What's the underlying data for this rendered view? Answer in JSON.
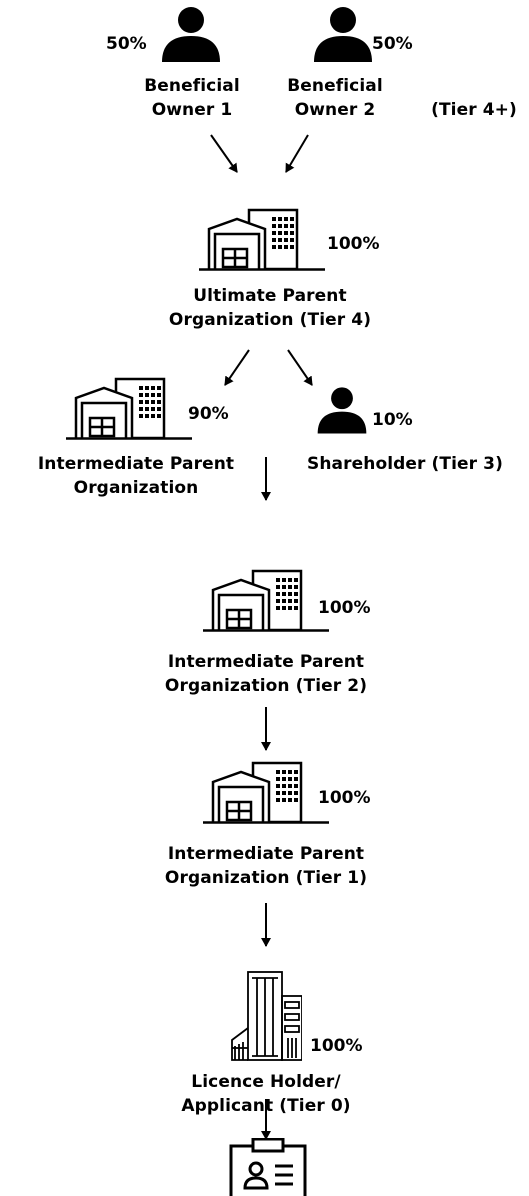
{
  "diagram": {
    "owner1": {
      "pct": "50%",
      "label_line1": "Beneficial",
      "label_line2": "Owner 1",
      "icon": "person-icon"
    },
    "owner2": {
      "pct": "50%",
      "label_line1": "Beneficial",
      "label_line2": "Owner 2",
      "icon": "person-icon"
    },
    "tier4_plus": "(Tier 4+)",
    "ultimate_parent": {
      "pct": "100%",
      "label_line1": "Ultimate Parent",
      "label_line2": "Organization (Tier 4)",
      "icon": "organization-building-icon"
    },
    "intermediate_parent_90": {
      "pct": "90%",
      "label_line1": "Intermediate Parent",
      "label_line2": "Organization",
      "icon": "organization-building-icon"
    },
    "shareholder": {
      "pct": "10%",
      "label": "Shareholder (Tier 3)",
      "icon": "person-icon"
    },
    "intermediate_tier2": {
      "pct": "100%",
      "label_line1": "Intermediate Parent",
      "label_line2": "Organization (Tier 2)",
      "icon": "organization-building-icon"
    },
    "intermediate_tier1": {
      "pct": "100%",
      "label_line1": "Intermediate Parent",
      "label_line2": "Organization (Tier 1)",
      "icon": "organization-building-icon"
    },
    "licence_holder": {
      "pct": "100%",
      "label_line1": "Licence Holder/",
      "label_line2": "Applicant (Tier 0)",
      "icon": "office-building-icon"
    },
    "licence": {
      "icon": "id-badge-icon"
    }
  }
}
